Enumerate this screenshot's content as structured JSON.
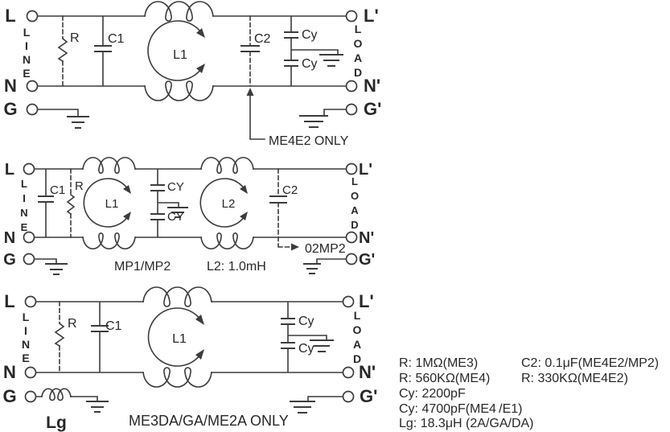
{
  "colors": {
    "ink": "#3c3c3c",
    "text": "#282828",
    "background": "#ffffff"
  },
  "shared": {
    "terminals": {
      "l": "L",
      "n": "N",
      "g": "G",
      "lp": "L'",
      "np": "N'",
      "gp": "G'"
    },
    "line_vertical": [
      "L",
      "I",
      "N",
      "E"
    ],
    "load_vertical": [
      "L",
      "O",
      "A",
      "D"
    ]
  },
  "circuits": {
    "top": {
      "r": "R",
      "c1": "C1",
      "l1": "L1",
      "c2": "C2",
      "cy1": "Cy",
      "cy2": "Cy",
      "note": "ME4E2 ONLY"
    },
    "middle": {
      "c1": "C1",
      "r": "R",
      "l1": "L1",
      "cy1": "CY",
      "cy2": "CY",
      "l2": "L2",
      "c2": "C2",
      "model_note": "MP1/MP2",
      "l2_note": "L2: 1.0mH",
      "c2_note": "02MP2"
    },
    "bottom": {
      "r": "R",
      "c1": "C1",
      "l1": "L1",
      "cy1": "Cy",
      "cy2": "Cy",
      "lg": "Lg",
      "note": "ME3DA/GA/ME2A ONLY"
    }
  },
  "values": {
    "col1": [
      "R: 1MΩ(ME3)",
      "R: 560KΩ(ME4)",
      "Cy: 2200pF",
      "Cy: 4700pF(ME4 /E1)",
      "Lg: 18.3μH (2A/GA/DA)"
    ],
    "col2": [
      "C2: 0.1μF(ME4E2/MP2)",
      "R: 330KΩ(ME4E2)"
    ]
  }
}
